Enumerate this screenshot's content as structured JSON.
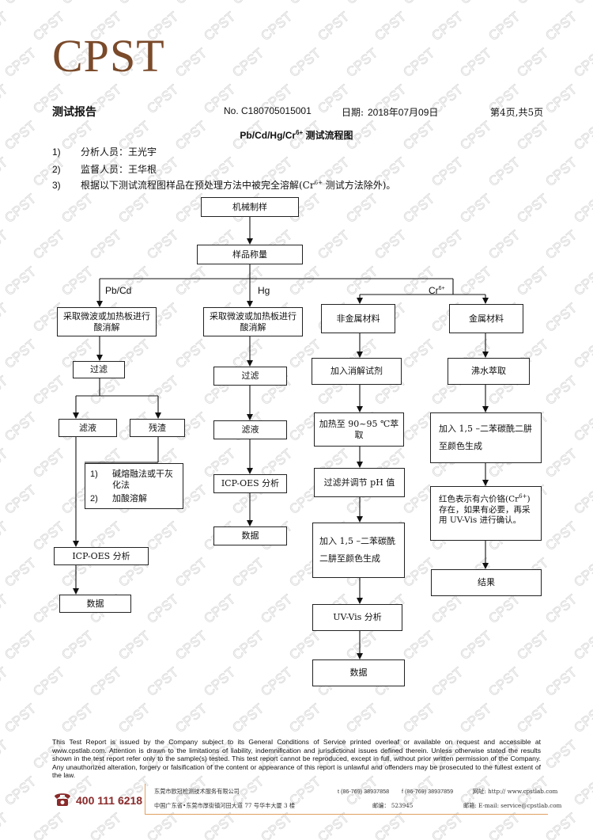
{
  "logo": "CPST",
  "header": {
    "doc_title": "测试报告",
    "report_no": "No. C180705015001",
    "date_label": "日期:",
    "date_value": "2018年07月09日",
    "page_info": "第4页,共5页"
  },
  "flow_title": "Pb/Cd/Hg/Cr",
  "flow_title_sup": "6+",
  "flow_title_rest": " 测试流程图",
  "lines": [
    {
      "num": "1)",
      "text": "分析人员：王光宇"
    },
    {
      "num": "2)",
      "text": "监督人员：王华根"
    },
    {
      "num": "3)",
      "text_a": "根据以下测试流程图样品在预处理方法中被完全溶解(Cr",
      "sup": "6+",
      "text_b": " 测试方法除外)。"
    }
  ],
  "flow": {
    "top1": "机械制样",
    "top2": "样品称量",
    "branch_pbcd": "Pb/Cd",
    "branch_hg": "Hg",
    "branch_cr": "Cr",
    "branch_cr_sup": "6+",
    "pbcd": {
      "digest": "采取微波或加热板进行酸消解",
      "filter": "过滤",
      "filtrate": "滤液",
      "residue": "残渣",
      "residue_step1_num": "1)",
      "residue_step1": "碱熔融法或干灰化法",
      "residue_step2_num": "2)",
      "residue_step2": "加酸溶解",
      "icp": "ICP-OES 分析",
      "data": "数据"
    },
    "hg": {
      "digest": "采取微波或加热板进行酸消解",
      "filter": "过滤",
      "filtrate": "滤液",
      "icp": "ICP-OES 分析",
      "data": "数据"
    },
    "nonmetal": {
      "material": "非金属材料",
      "solvent": "加入消解试剂",
      "heat": "加热至 90~95 ℃萃取",
      "ph": "过滤并调节 pH 值",
      "dpc": "加入 1,5 –二苯碳酰二肼至颜色生成",
      "uv": "UV-Vis 分析",
      "data": "数据"
    },
    "metal": {
      "material": "金属材料",
      "boil": "沸水萃取",
      "dpc": "加入 1,5 –二苯碳酰二肼至颜色生成",
      "red_a": "红色表示有六价铬(Cr",
      "red_sup": "6+",
      "red_b": ")存在，如果有必要，再采用 UV-Vis 进行确认。",
      "result": "结果"
    }
  },
  "footer": {
    "disclaimer": "This Test Report is issued by the Company subject to its General Conditions of Service printed overleaf or available on request and accessible at www.cpstlab.com. Attention is drawn to the limitations of liability, indemnification and jurisdictional issues defined therein. Unless otherwise stated the results shown in the test report refer only to the sample(s) tested. This test report cannot be reproduced, except in full, without prior written permission of the Company. Any unauthorized alteration, forgery or falsification of the content or appearance of this report is unlawful and offenders may be prosecuted to the fullest extent of the law.",
    "phone": "400 111 6218",
    "company": "东莞市欧冠检测技术服务有限公司",
    "address": "中国广东省•东莞市厚街镇河田大道 77 号华丰大厦 3 楼",
    "tel": "t (86-769) 38937858",
    "fax": "f (86-769) 38937859",
    "zip": "邮编： 523945",
    "website": "网址: http:// www.cpstlab.com",
    "email": "邮箱: E-mail: service@cpstlab.com"
  },
  "colors": {
    "logo": "#7a4a2a",
    "watermark": "#d9d9d9",
    "footer_rule": "#e0a060",
    "phone": "#8a2a2a"
  }
}
